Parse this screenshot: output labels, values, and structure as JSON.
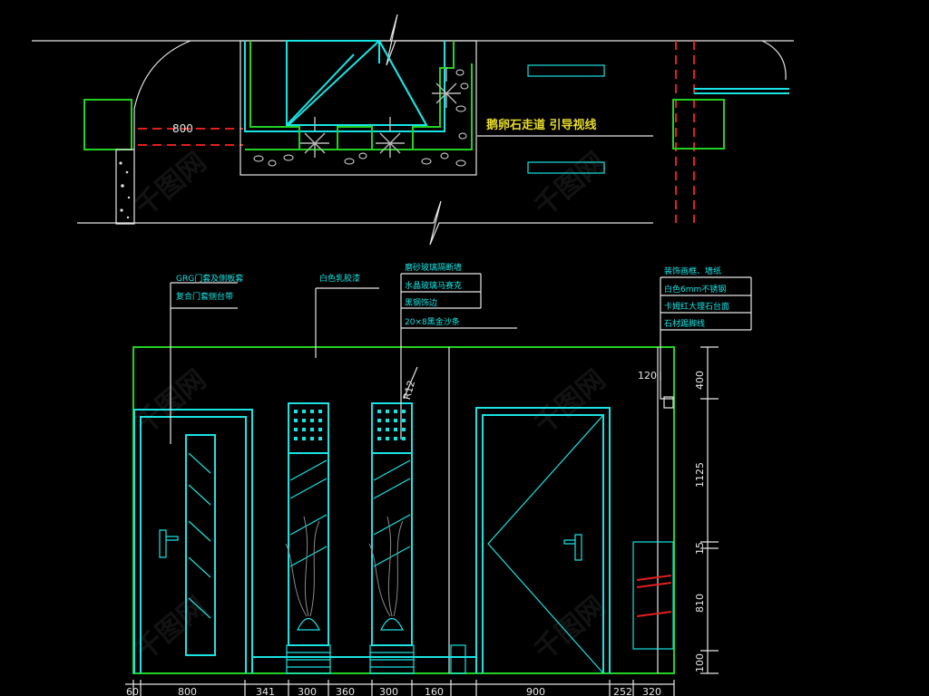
{
  "plan": {
    "dim_800": "800",
    "note_yellow": "鹅卵石走道 引导视线"
  },
  "elevation": {
    "callout_left_1": "GRG门套及侧板套",
    "callout_left_2": "复合门套侧台带",
    "callout_top": "白色乳胶漆",
    "callout_mid_1": "磨砂玻璃隔断墙",
    "callout_mid_2": "水晶玻璃马赛克",
    "callout_mid_3": "黑钢饰边",
    "callout_mid_4": "20×8黑金沙条",
    "callout_right_1": "装饰画框、墙纸",
    "callout_right_2": "白色6mm不锈钢",
    "callout_right_3": "卡姆红大理石台面",
    "callout_right_4": "石材踢脚线",
    "r12": "R12",
    "dim_120": "120"
  },
  "dims_right": [
    "400",
    "1125",
    "15",
    "810",
    "100"
  ],
  "dims_bottom": [
    "60",
    "800",
    "341",
    "300",
    "360",
    "300",
    "160",
    "900",
    "252",
    "320"
  ],
  "watermark": "千图网"
}
